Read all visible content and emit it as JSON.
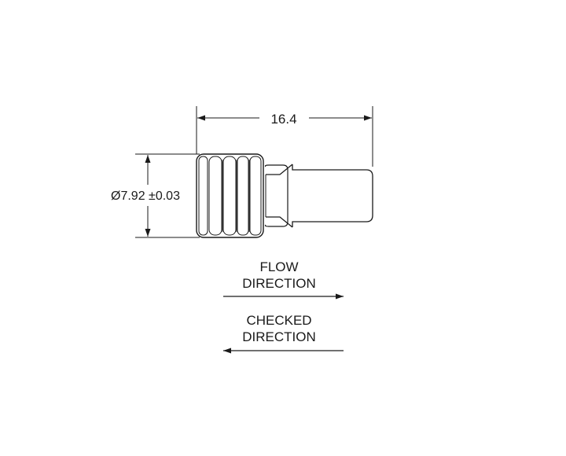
{
  "dimensions": {
    "length": "16.4",
    "diameter": "Ø7.92 ±0.03"
  },
  "flow": {
    "line1": "FLOW",
    "line2": "DIRECTION"
  },
  "checked": {
    "line1": "CHECKED",
    "line2": "DIRECTION"
  }
}
